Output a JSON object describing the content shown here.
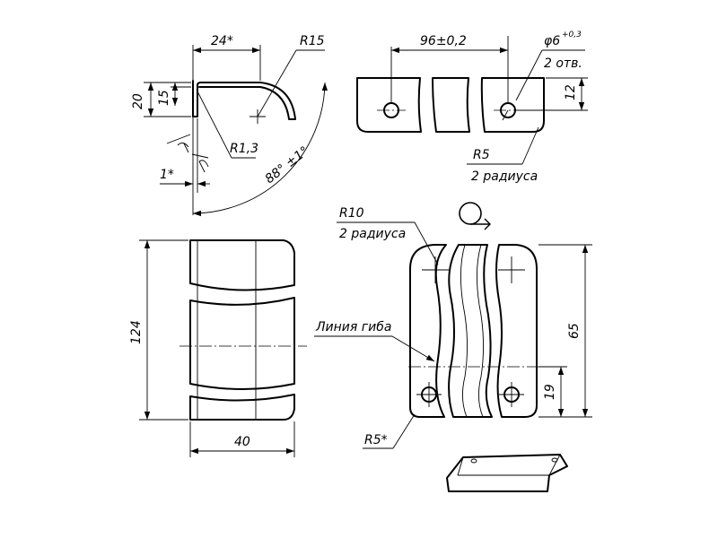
{
  "profile_view": {
    "width": "24*",
    "bend_radius": "R15",
    "height_total": "20",
    "height_inner": "15",
    "inner_radius": "R1,3",
    "thickness": "1*",
    "angle": "88° ±1°"
  },
  "top_view": {
    "hole_spacing": "96±0,2",
    "hole_diameter": "φ6",
    "hole_tolerance": "+0,3",
    "hole_count": "2 отв.",
    "hole_offset": "12",
    "corner_radius": "R5",
    "corner_radius_note": "2 радиуса"
  },
  "flat_pattern": {
    "corner_radius": "R10",
    "corner_radius_note": "2 радиуса",
    "bend_line": "Линия гиба",
    "height": "65",
    "hole_height": "19",
    "hole_radius": "R5*"
  },
  "side_view": {
    "length": "124",
    "width": "40"
  }
}
